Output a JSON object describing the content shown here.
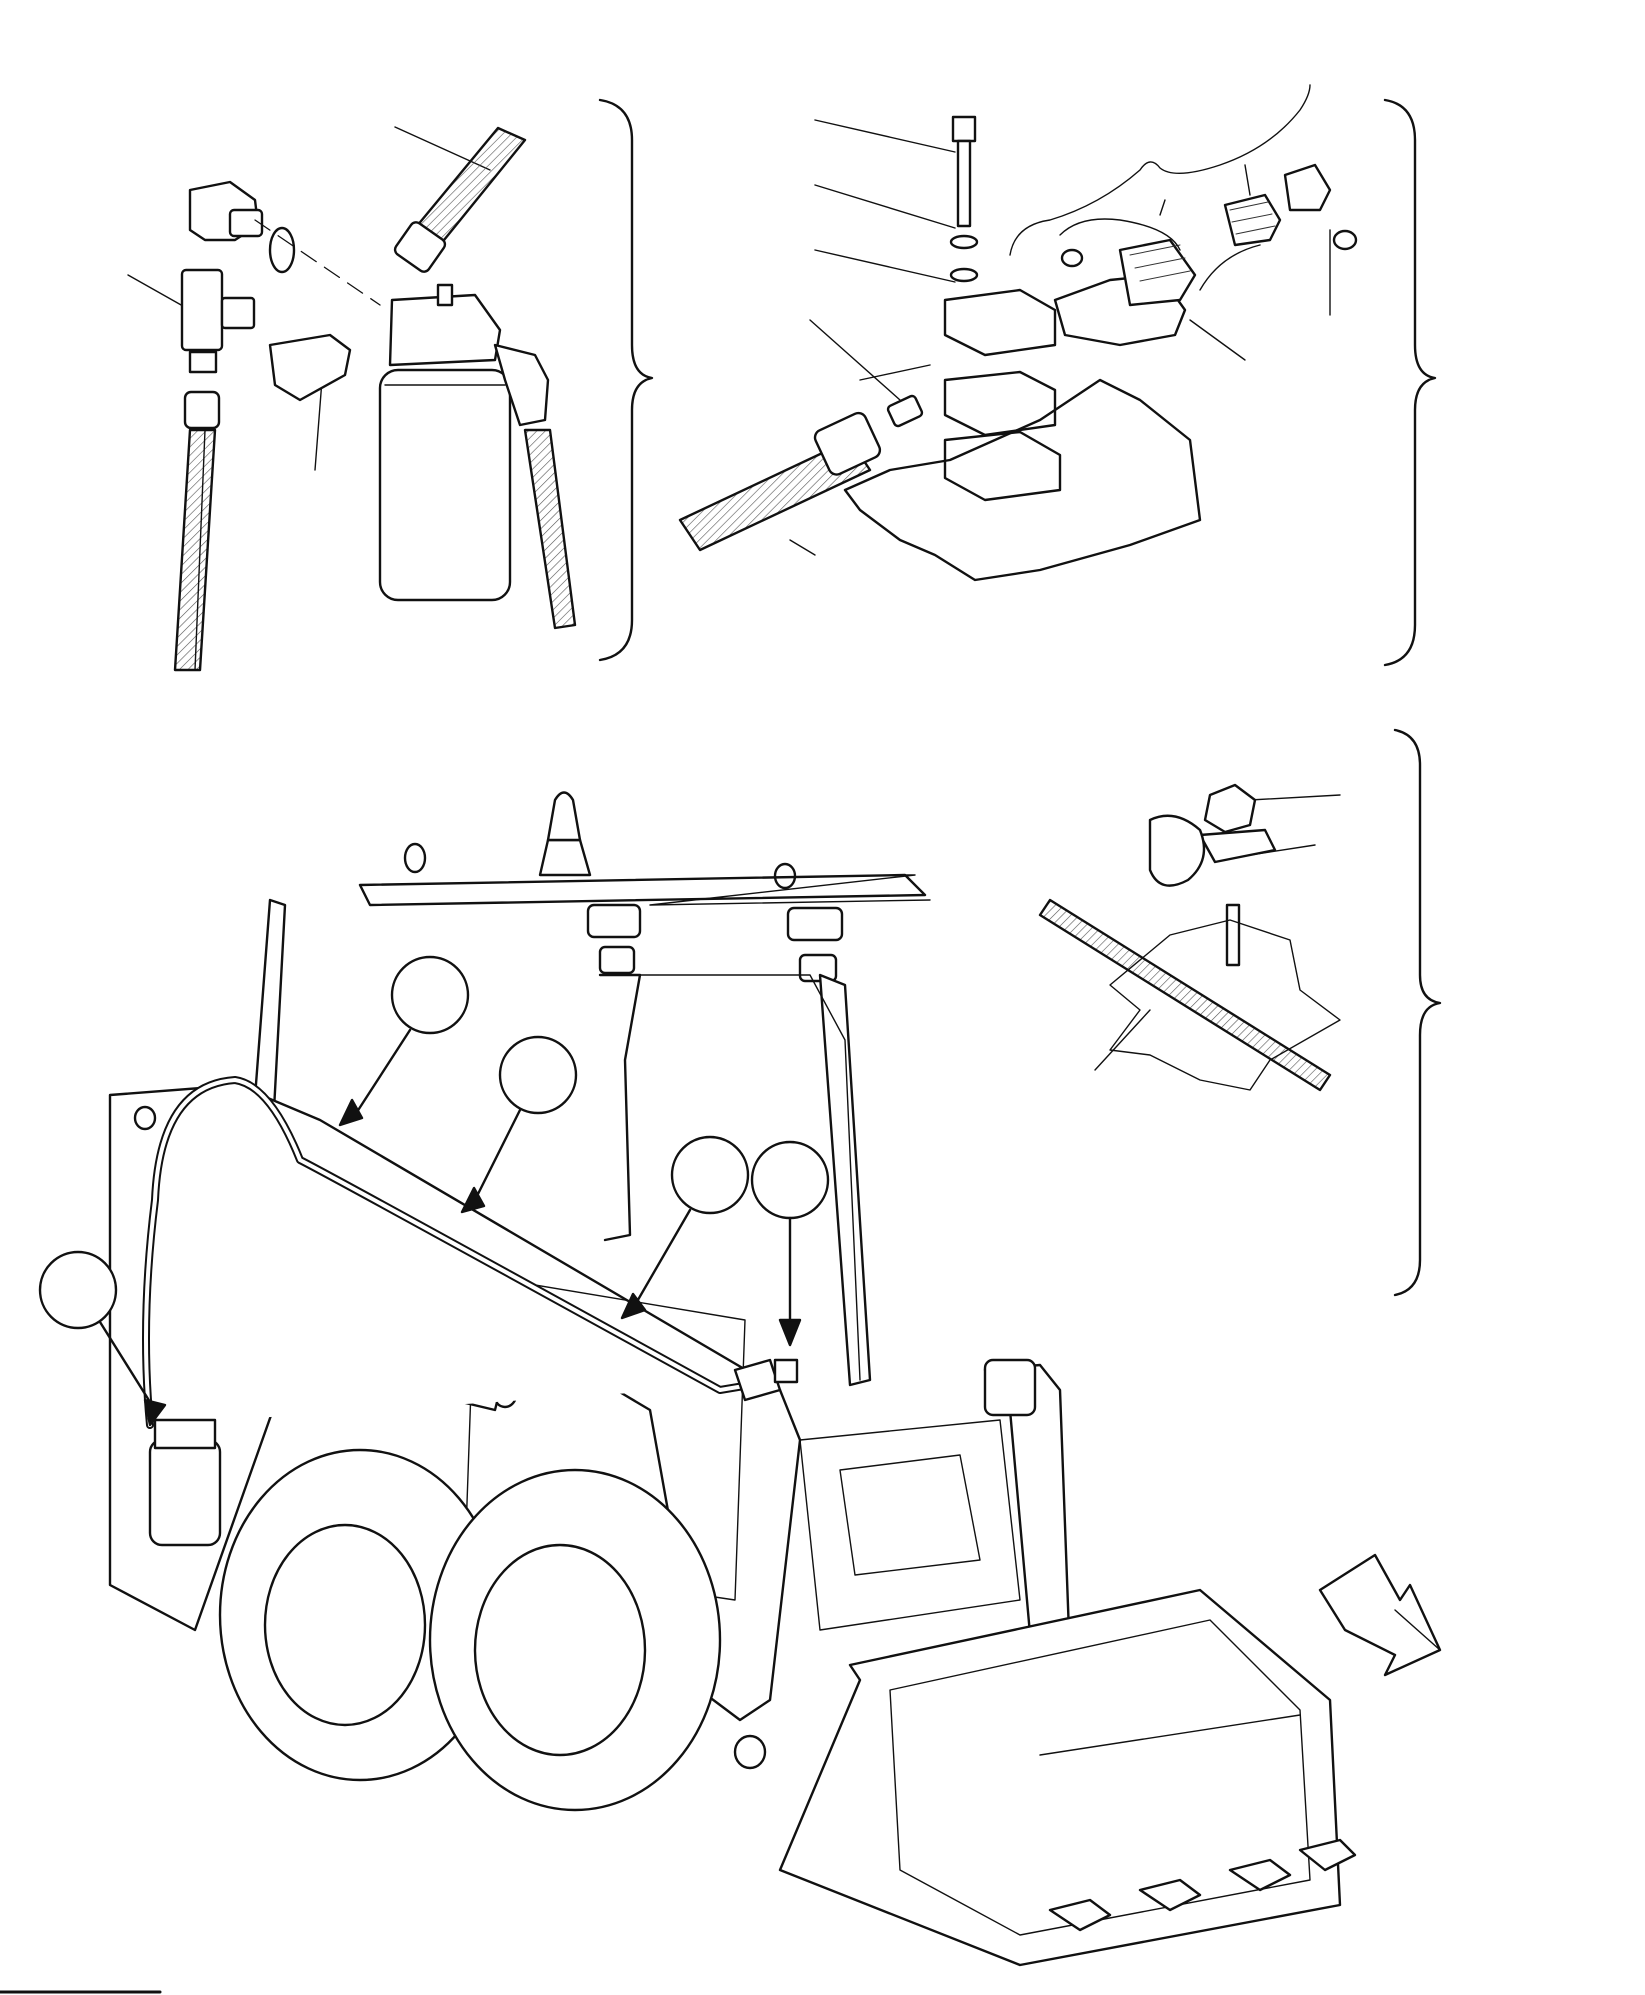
{
  "diagram": {
    "type": "exploded-parts-view",
    "callout_labels": [],
    "balloon_count": 5,
    "direction_arrow": "front-right"
  }
}
